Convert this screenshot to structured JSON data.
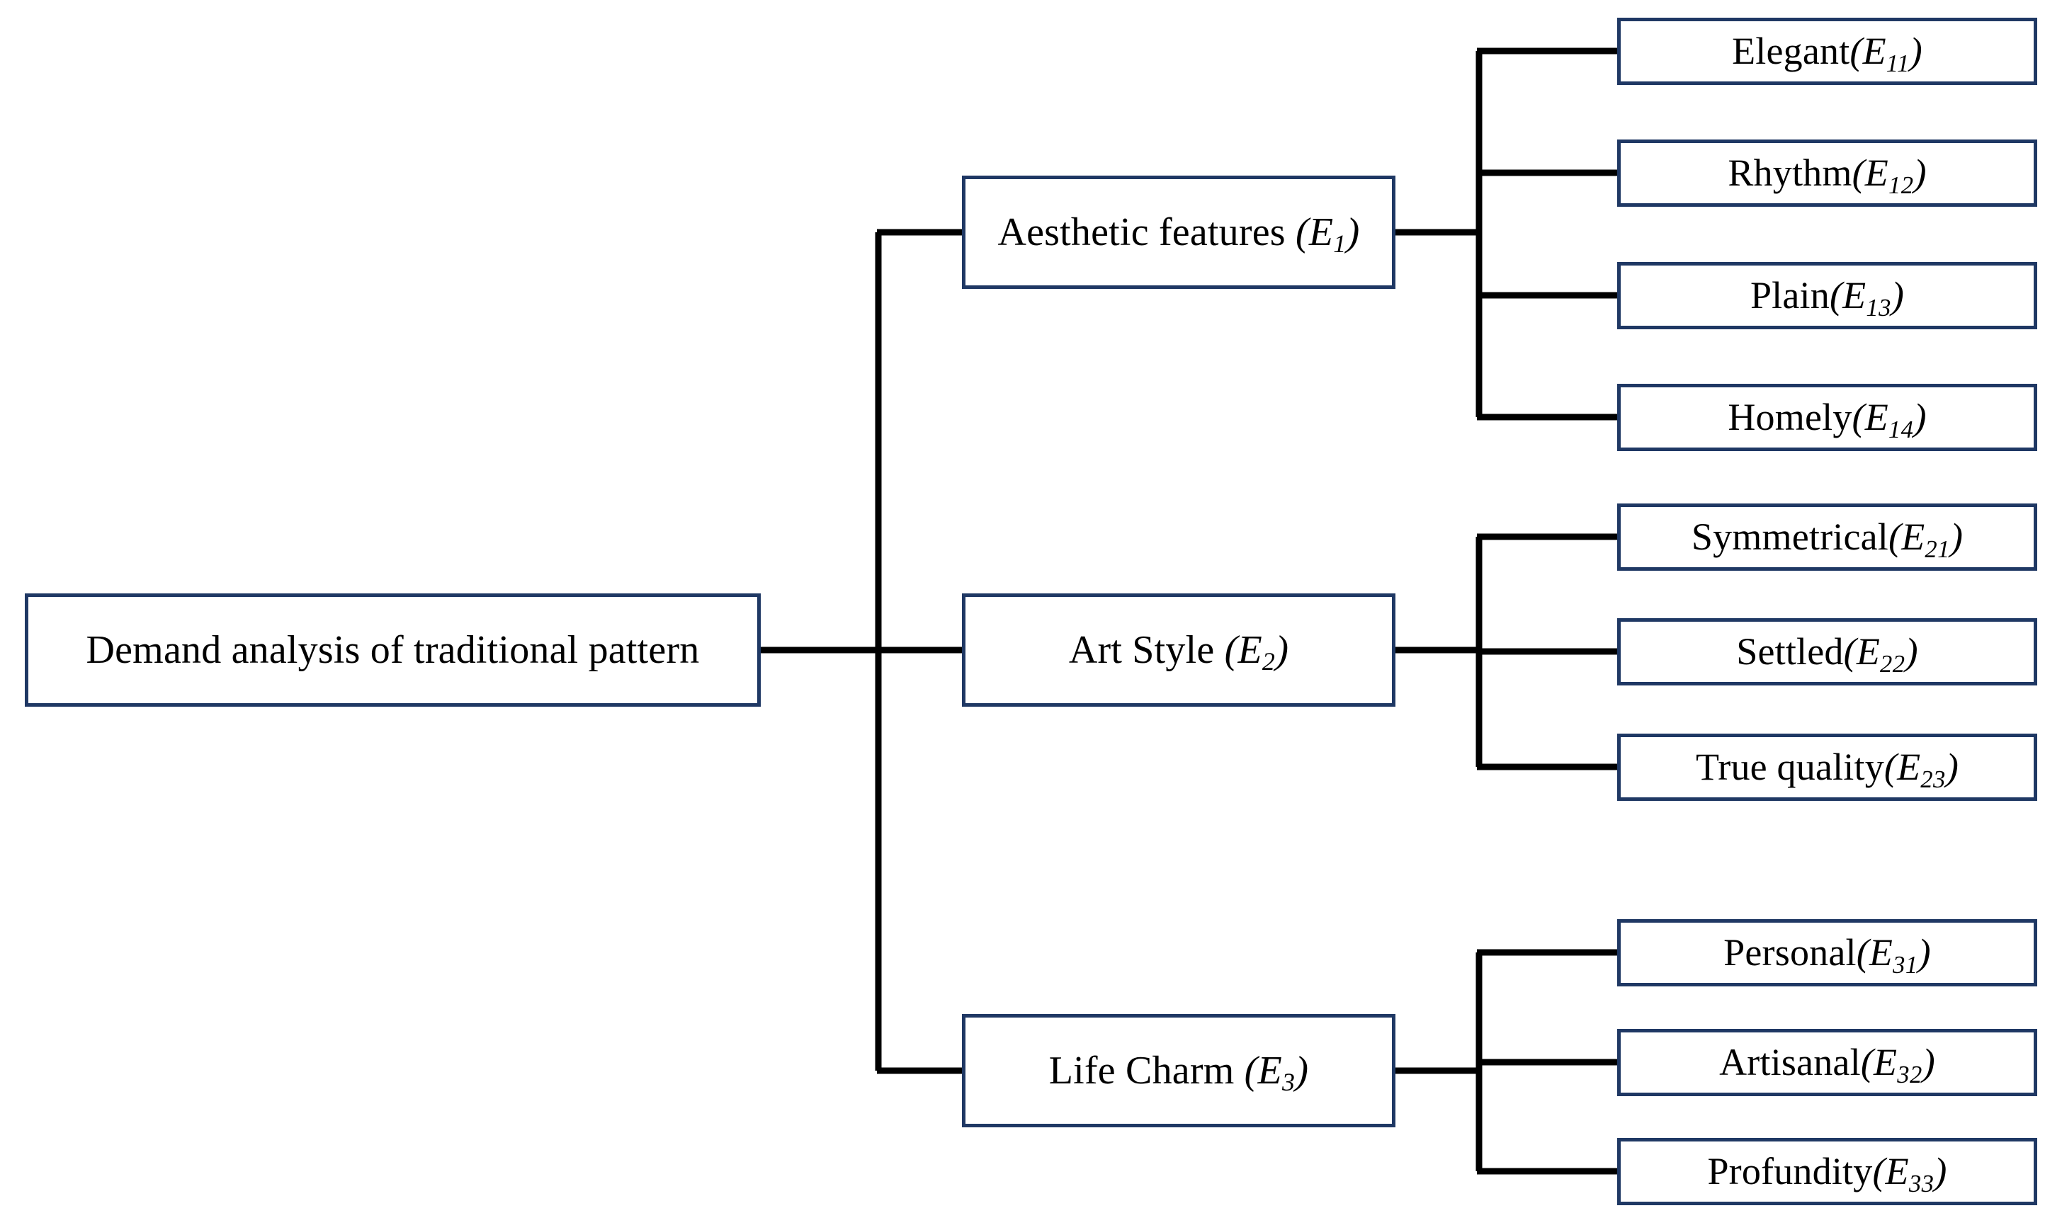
{
  "diagram": {
    "type": "hierarchy-tree",
    "orientation": "left-to-right",
    "title": "Demand analysis of traditional pattern",
    "colors": {
      "box_border": "#1F3864",
      "box_fill": "#FFFFFF",
      "connector": "#000000",
      "text": "#000000",
      "background": "#FFFFFF"
    },
    "root": {
      "label": "Demand analysis of traditional pattern",
      "code": "",
      "subscript": ""
    },
    "branches": [
      {
        "label": "Aesthetic features",
        "code": "E",
        "subscript": "1",
        "code_display": "(E1)",
        "spaced_code": true,
        "children": [
          {
            "label": "Elegant",
            "code": "E",
            "subscript": "11",
            "code_display": "(E11)"
          },
          {
            "label": "Rhythm",
            "code": "E",
            "subscript": "12",
            "code_display": "(E12)"
          },
          {
            "label": "Plain",
            "code": "E",
            "subscript": "13",
            "code_display": "(E13)"
          },
          {
            "label": "Homely",
            "code": "E",
            "subscript": "14",
            "code_display": "(E14)"
          }
        ]
      },
      {
        "label": "Art Style",
        "code": "E",
        "subscript": "2",
        "code_display": "(E2)",
        "spaced_code": true,
        "children": [
          {
            "label": "Symmetrical",
            "code": "E",
            "subscript": "21",
            "code_display": "(E21)"
          },
          {
            "label": "Settled",
            "code": "E",
            "subscript": "22",
            "code_display": "(E22)"
          },
          {
            "label": "True quality",
            "code": "E",
            "subscript": "23",
            "code_display": "(E23)"
          }
        ]
      },
      {
        "label": "Life Charm",
        "code": "E",
        "subscript": "3",
        "code_display": "(E3)",
        "spaced_code": true,
        "children": [
          {
            "label": "Personal",
            "code": "E",
            "subscript": "31",
            "code_display": "(E31)"
          },
          {
            "label": "Artisanal",
            "code": "E",
            "subscript": "32",
            "code_display": "(E32)"
          },
          {
            "label": "Profundity",
            "code": "E",
            "subscript": "33",
            "code_display": "(E33)"
          }
        ]
      }
    ]
  }
}
